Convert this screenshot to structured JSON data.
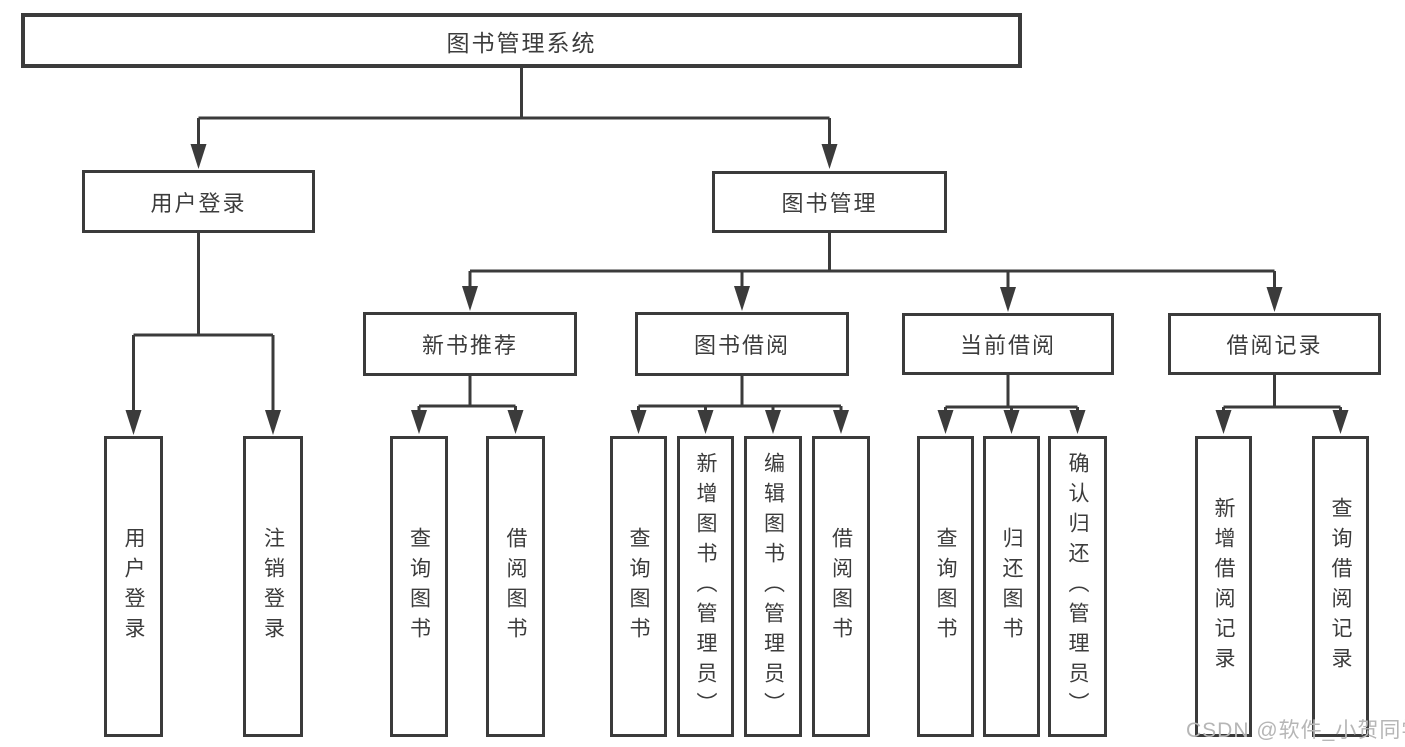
{
  "tree": {
    "root": {
      "label": "图书管理系统"
    },
    "branches": [
      {
        "label": "用户登录",
        "children": [
          {
            "label": "用户登录"
          },
          {
            "label": "注销登录"
          }
        ]
      },
      {
        "label": "图书管理",
        "modules": [
          {
            "label": "新书推荐",
            "children": [
              {
                "label": "查询图书"
              },
              {
                "label": "借阅图书"
              }
            ]
          },
          {
            "label": "图书借阅",
            "children": [
              {
                "label": "查询图书"
              },
              {
                "label": "新增图书（管理员）"
              },
              {
                "label": "编辑图书（管理员）"
              },
              {
                "label": "借阅图书"
              }
            ]
          },
          {
            "label": "当前借阅",
            "children": [
              {
                "label": "查询图书"
              },
              {
                "label": "归还图书"
              },
              {
                "label": "确认归还（管理员）"
              }
            ]
          },
          {
            "label": "借阅记录",
            "children": [
              {
                "label": "新增借阅记录"
              },
              {
                "label": "查询借阅记录"
              }
            ]
          }
        ]
      }
    ]
  },
  "watermark": {
    "text": "CSDN @软件_小贺同学"
  },
  "colors": {
    "line": "#3b3b3b",
    "text": "#3c3c3c",
    "box_background": "#ffffff",
    "page_background": "#ffffff",
    "watermark": "#b6b6b6"
  }
}
